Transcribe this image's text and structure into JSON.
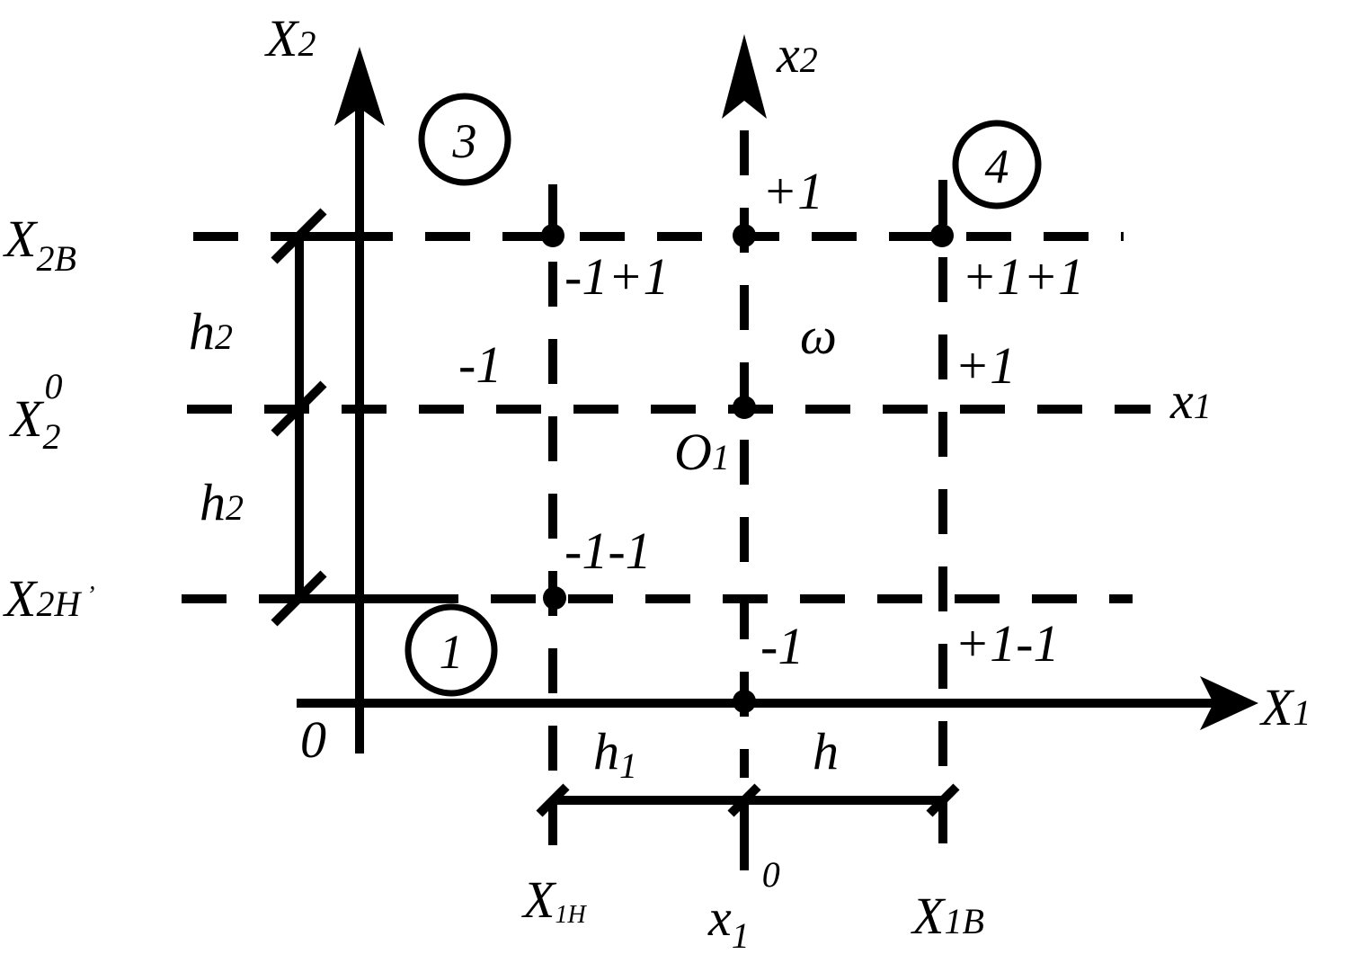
{
  "axes": {
    "X1": {
      "main": "X",
      "sub": "1"
    },
    "X2": {
      "main": "X",
      "sub": "2"
    },
    "x1": {
      "main": "x",
      "sub": "1"
    },
    "x2": {
      "main": "x",
      "sub": "2"
    },
    "origin": "0"
  },
  "levels": {
    "X2B": {
      "main": "X",
      "sub": "2B"
    },
    "X20": {
      "main": "X",
      "sub": "2",
      "sup": "0"
    },
    "X2H": {
      "main": "X",
      "sub": "2H",
      "mark": ","
    },
    "X1H": {
      "main": "X",
      "sub": "1H"
    },
    "x10": {
      "main": "x",
      "sub": "1",
      "sup": "0"
    },
    "X1B": {
      "main": "X",
      "sub": "1B"
    }
  },
  "intervals": {
    "h2_upper": {
      "main": "h",
      "sub": "2"
    },
    "h2_lower": {
      "main": "h",
      "sub": "2"
    },
    "h1": {
      "main": "h",
      "sub": "1"
    },
    "h": "h"
  },
  "center": {
    "main": "O",
    "sub": "1"
  },
  "region": "ω",
  "codes": {
    "top_plus1": "+1",
    "left_minus1": "-1",
    "right_plus1": "+1",
    "bottom_minus1": "-1",
    "corner_mp": "-1+1",
    "corner_pp": "+1+1",
    "corner_mm": "-1-1",
    "corner_pm": "+1-1"
  },
  "points": {
    "p1": "1",
    "p3": "3",
    "p4": "4"
  }
}
